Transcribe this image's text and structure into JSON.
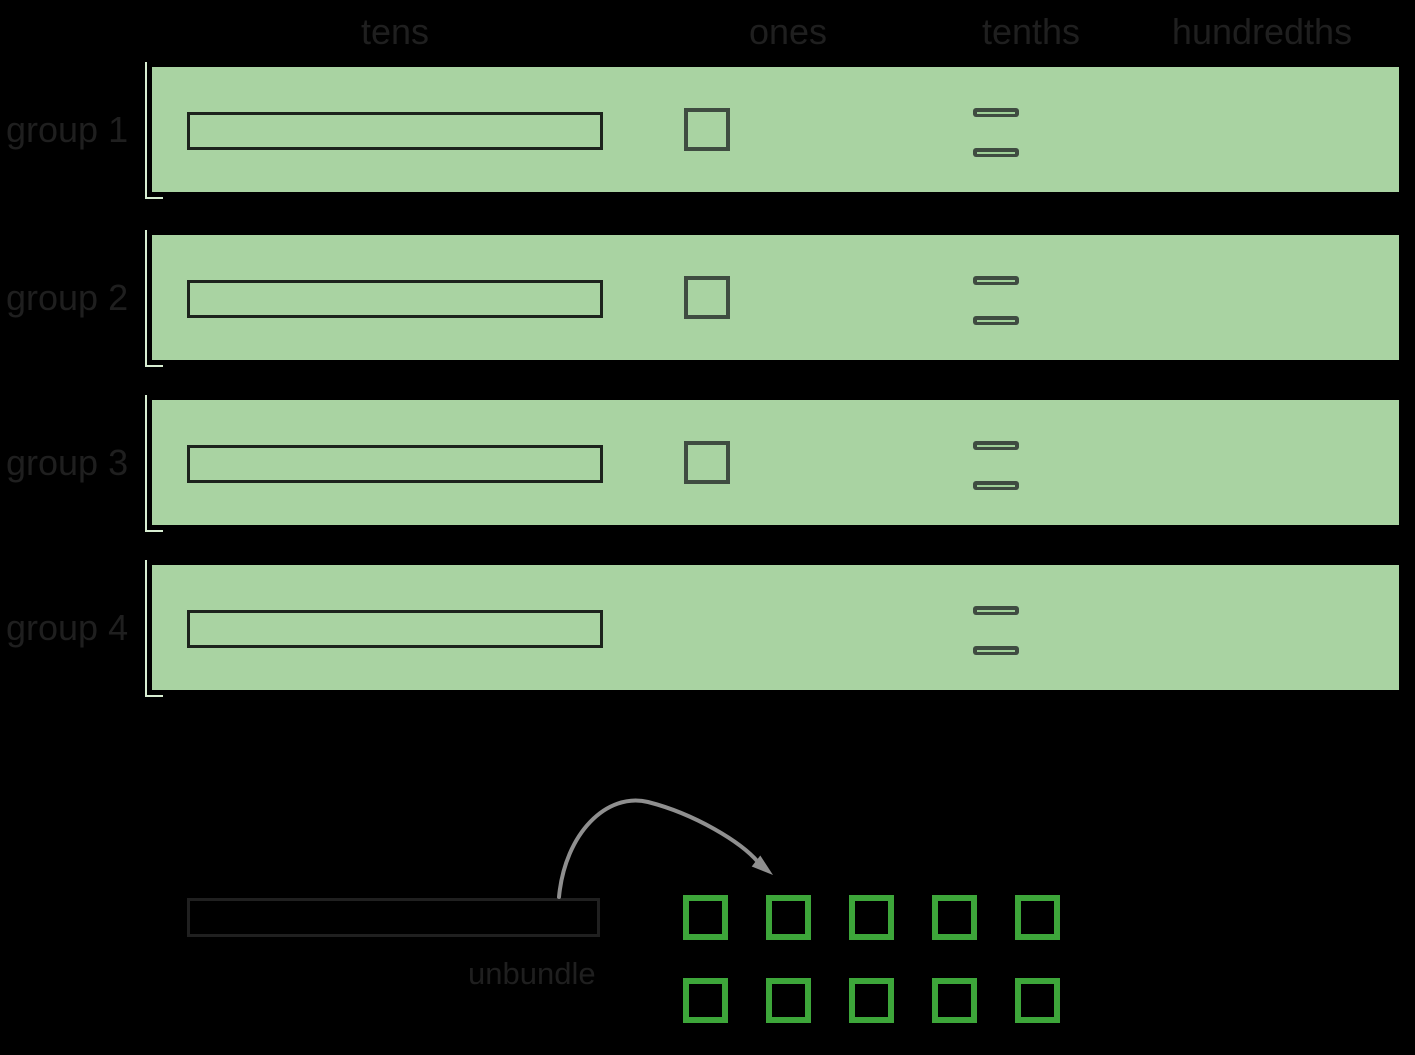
{
  "title": "place value groups diagram",
  "colors": {
    "background": "#000000",
    "band_green": "#a9d3a2",
    "pale_green": "#d8eed2",
    "dark_outline": "#3f4c41",
    "rod_outline": "#1d231d",
    "bright_green": "#3da63a",
    "arrow_gray": "#8f8f8f",
    "text_dark": "#1f1f1f"
  },
  "column_headers": [
    {
      "label": "tens"
    },
    {
      "label": "ones"
    },
    {
      "label": "tenths"
    },
    {
      "label": "hundredths"
    }
  ],
  "groups": [
    {
      "label": "group 1",
      "tens": 1,
      "ones": 1,
      "tenths": 2,
      "hundredths": 0
    },
    {
      "label": "group 2",
      "tens": 1,
      "ones": 1,
      "tenths": 2,
      "hundredths": 0
    },
    {
      "label": "group 3",
      "tens": 1,
      "ones": 1,
      "tenths": 2,
      "hundredths": 0
    },
    {
      "label": "group 4",
      "tens": 1,
      "ones": 0,
      "tenths": 2,
      "hundredths": 0
    }
  ],
  "unbundle": {
    "label": "unbundle",
    "rod_count": 1,
    "result_rows": 2,
    "result_columns": 5,
    "result_squares": 10
  }
}
